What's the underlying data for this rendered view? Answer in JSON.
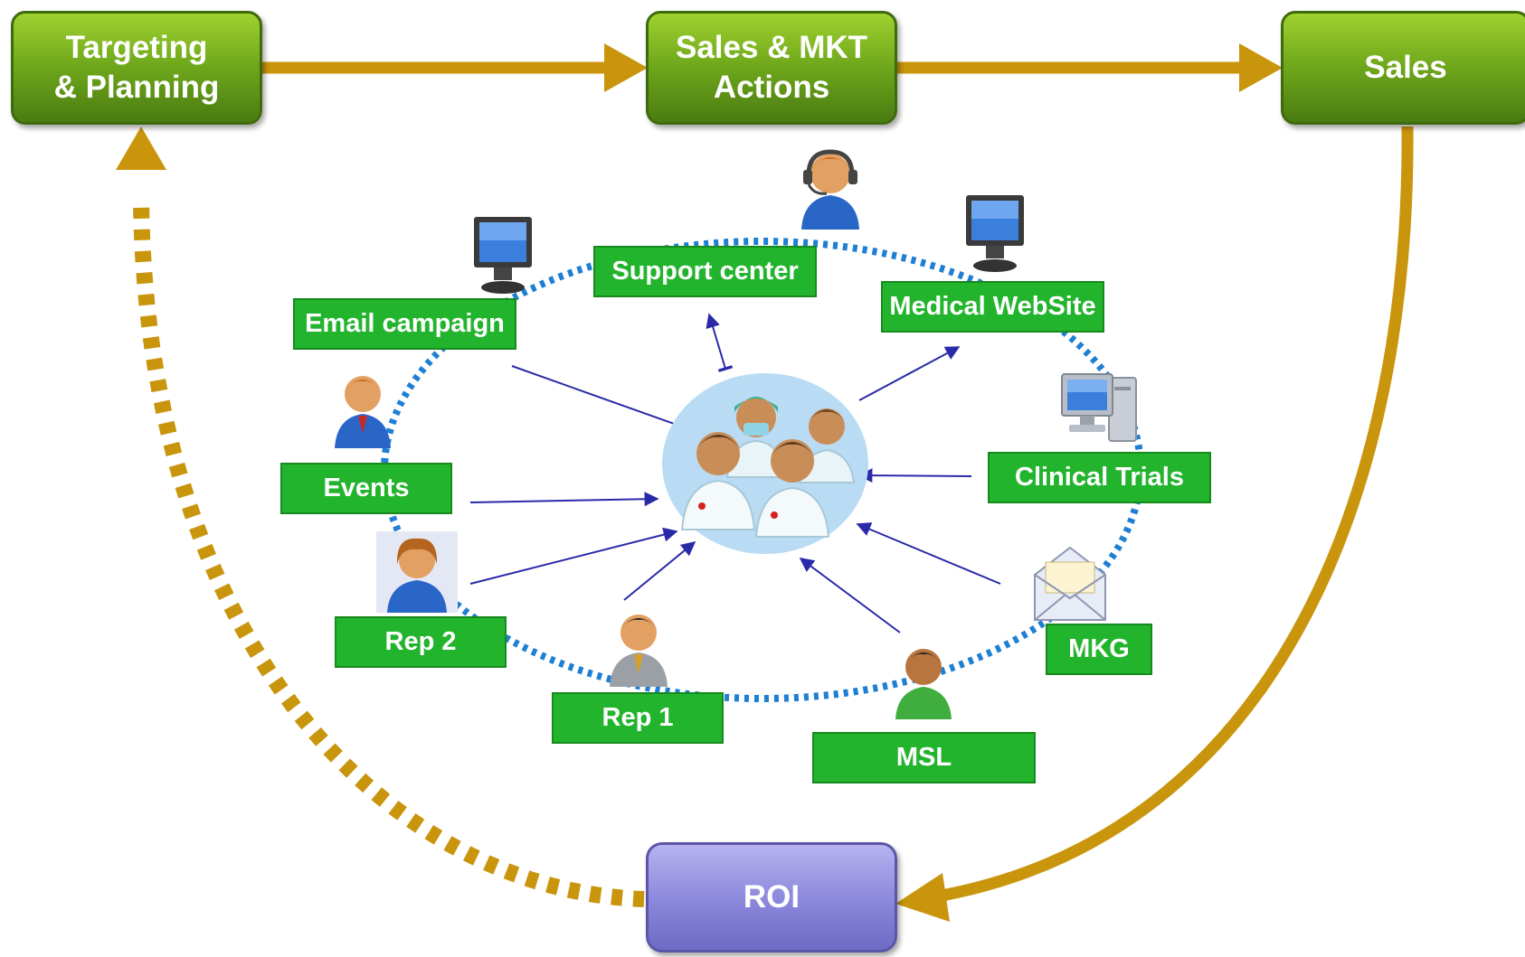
{
  "process": {
    "targeting": "Targeting\n& Planning",
    "sales_mkt": "Sales & MKT\nActions",
    "sales": "Sales",
    "roi": "ROI"
  },
  "channels": {
    "support_center": "Support center",
    "medical_website": "Medical WebSite",
    "email_campaign": "Email campaign",
    "events": "Events",
    "clinical_trials": "Clinical Trials",
    "rep2": "Rep 2",
    "rep1": "Rep 1",
    "mkg": "MKG",
    "msl": "MSL"
  },
  "colors": {
    "flow_arrow": "#c9950d",
    "ring_dots": "#1e7fd3",
    "connector": "#2a2aa8",
    "label_green": "#23b42d",
    "hub_fill": "#b9dcf4"
  },
  "icons": {
    "hub": "doctors-group-icon",
    "support": "headset-operator-icon",
    "email": "monitor-icon",
    "website": "monitor-icon",
    "clinical": "desktop-computer-icon",
    "events": "person-icon",
    "rep2": "person-icon",
    "rep1": "person-icon",
    "msl": "person-icon",
    "mkg": "envelope-icon"
  }
}
